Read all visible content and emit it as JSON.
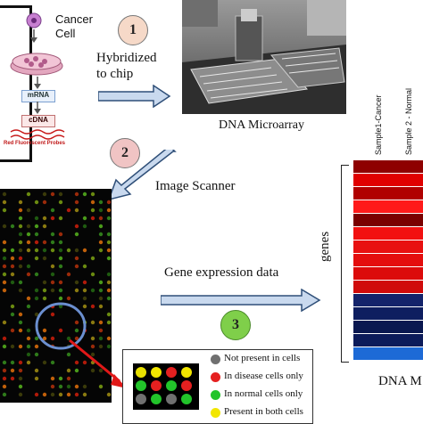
{
  "cell_process": {
    "cancer_cell": "Cancer\nCell",
    "mrna": "mRNA",
    "cdna": "cDNA",
    "probes": "Red Fluorescent Probes"
  },
  "steps": [
    {
      "number": "1",
      "label": "Hybridized\nto chip",
      "color": "#f6d9c8"
    },
    {
      "number": "2",
      "label": "Image Scanner",
      "color": "#f0c4c4"
    },
    {
      "number": "3",
      "label": "Gene expression data",
      "color": "#7fcf4a"
    }
  ],
  "microarray_photo": {
    "caption": "DNA Microarray"
  },
  "heatmap": {
    "columns": [
      "Sample1-Cancer",
      "Sample 2 - Normal"
    ],
    "row_axis_label": "genes",
    "title_partial": "DNA M",
    "row_colors": [
      "#8e0000",
      "#e00000",
      "#b00000",
      "#ff1a1a",
      "#7a0000",
      "#f21111",
      "#e81010",
      "#e40d0d",
      "#dc0b0b",
      "#d00b0b",
      "#13236b",
      "#0e1e60",
      "#0a1850",
      "#0c1b5a",
      "#1d6ad6"
    ]
  },
  "legend": {
    "items": [
      {
        "label": "Not present in cells",
        "color": "#707070"
      },
      {
        "label": "In disease cells only",
        "color": "#e52020"
      },
      {
        "label": "In normal cells only",
        "color": "#22c42a"
      },
      {
        "label": "Present in both cells",
        "color": "#f2e600"
      }
    ],
    "grid_colors": [
      "#e8e000",
      "#f2e600",
      "#e52020",
      "#f2e600",
      "#22c42a",
      "#e52020",
      "#22c42a",
      "#e52020",
      "#707070",
      "#22c42a",
      "#707070",
      "#22c42a"
    ]
  }
}
